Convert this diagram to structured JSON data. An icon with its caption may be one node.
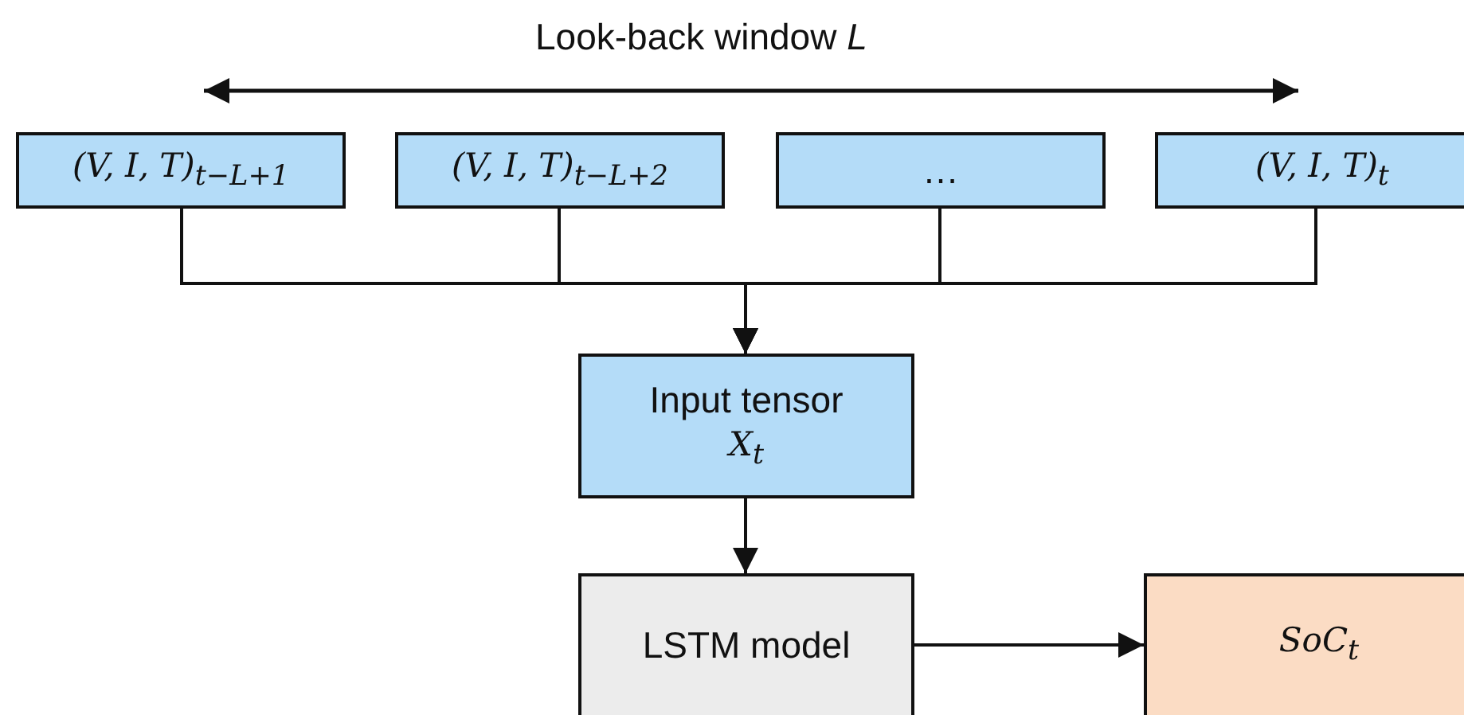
{
  "diagram": {
    "nodes": [
      {
        "text": [
          "(V, I, T)$_{t−L+1}$"
        ]
      },
      {
        "text": [
          "(V, I, T)$_{t−L+2}$"
        ]
      },
      {
        "text": [
          "…"
        ]
      },
      {
        "text": [
          "(V, I, T)$_{t}$"
        ]
      },
      {
        "text": [
          "Input tensor",
          "X$_{t}$"
        ]
      },
      {
        "text": [
          "LSTM model"
        ]
      },
      {
        "text": [
          "SoC$_{t}$"
        ]
      }
    ],
    "edges": [
      {
        "from": 0,
        "to": 4,
        "arrow": "to"
      },
      {
        "from": 1,
        "to": 4,
        "arrow": "to"
      },
      {
        "from": 2,
        "to": 4,
        "arrow": "to"
      },
      {
        "from": 3,
        "to": 4,
        "arrow": "to"
      },
      {
        "from": 4,
        "to": 5,
        "arrow": "to"
      },
      {
        "from": 5,
        "to": 6,
        "arrow": "to"
      }
    ],
    "labels": [
      "Look-back window *L*"
    ]
  }
}
